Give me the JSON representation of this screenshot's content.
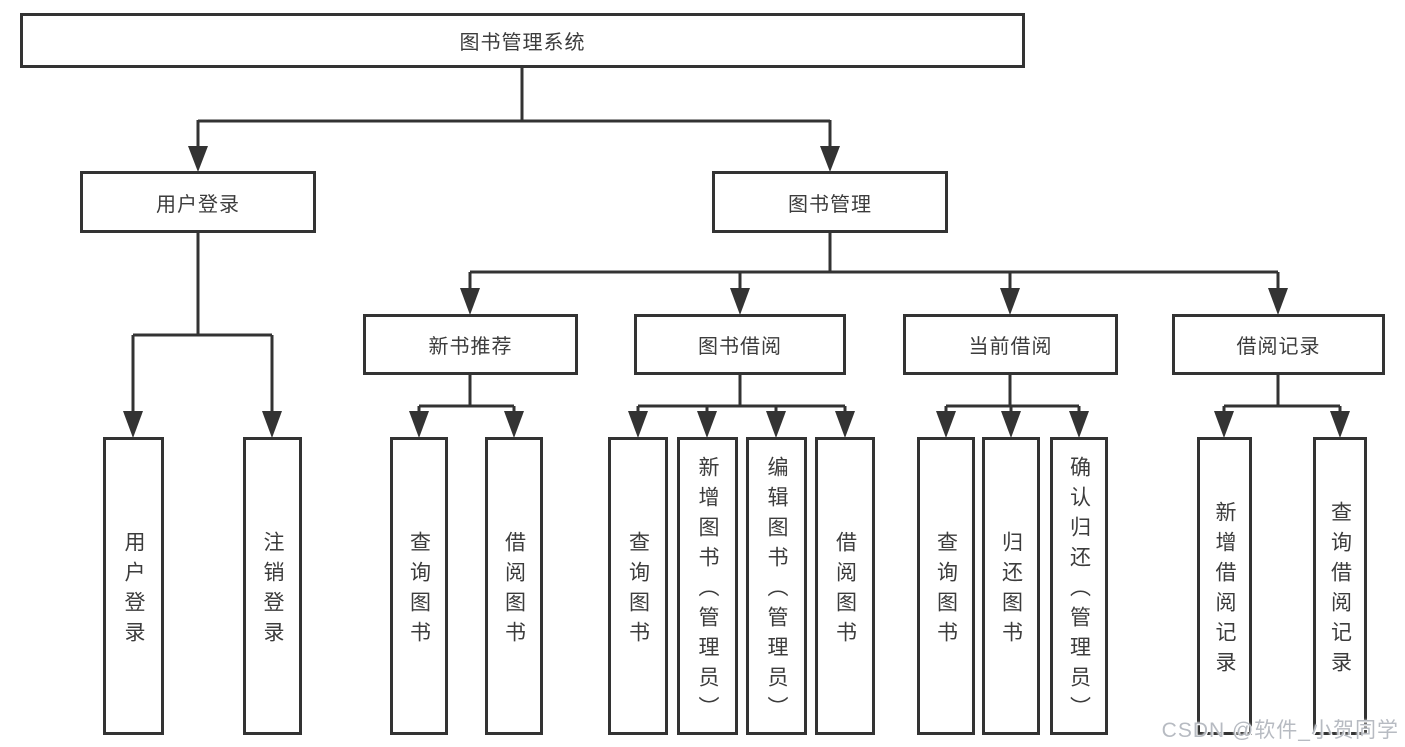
{
  "diagram": {
    "title_node": "图书管理系统",
    "level2": [
      {
        "id": "user-login-branch",
        "label": "用户登录"
      },
      {
        "id": "book-management-branch",
        "label": "图书管理"
      }
    ],
    "level3": [
      {
        "id": "new-book-recommend",
        "parent": "图书管理",
        "label": "新书推荐"
      },
      {
        "id": "book-borrowing",
        "parent": "图书管理",
        "label": "图书借阅"
      },
      {
        "id": "current-borrowing",
        "parent": "图书管理",
        "label": "当前借阅"
      },
      {
        "id": "borrowing-records",
        "parent": "图书管理",
        "label": "借阅记录"
      }
    ],
    "leaves": [
      {
        "parent": "用户登录",
        "label": "用户登录"
      },
      {
        "parent": "用户登录",
        "label": "注销登录"
      },
      {
        "parent": "新书推荐",
        "label": "查询图书"
      },
      {
        "parent": "新书推荐",
        "label": "借阅图书"
      },
      {
        "parent": "图书借阅",
        "label": "查询图书"
      },
      {
        "parent": "图书借阅",
        "label": "新增图书（管理员）"
      },
      {
        "parent": "图书借阅",
        "label": "编辑图书（管理员）"
      },
      {
        "parent": "图书借阅",
        "label": "借阅图书"
      },
      {
        "parent": "当前借阅",
        "label": "查询图书"
      },
      {
        "parent": "当前借阅",
        "label": "归还图书"
      },
      {
        "parent": "当前借阅",
        "label": "确认归还（管理员）"
      },
      {
        "parent": "借阅记录",
        "label": "新增借阅记录"
      },
      {
        "parent": "借阅记录",
        "label": "查询借阅记录"
      }
    ],
    "watermark": "CSDN @软件_小贺同学",
    "colors": {
      "line": "#333333",
      "text": "#3c3c3c",
      "background": "#ffffff",
      "watermark": "#b7bbc2"
    }
  }
}
